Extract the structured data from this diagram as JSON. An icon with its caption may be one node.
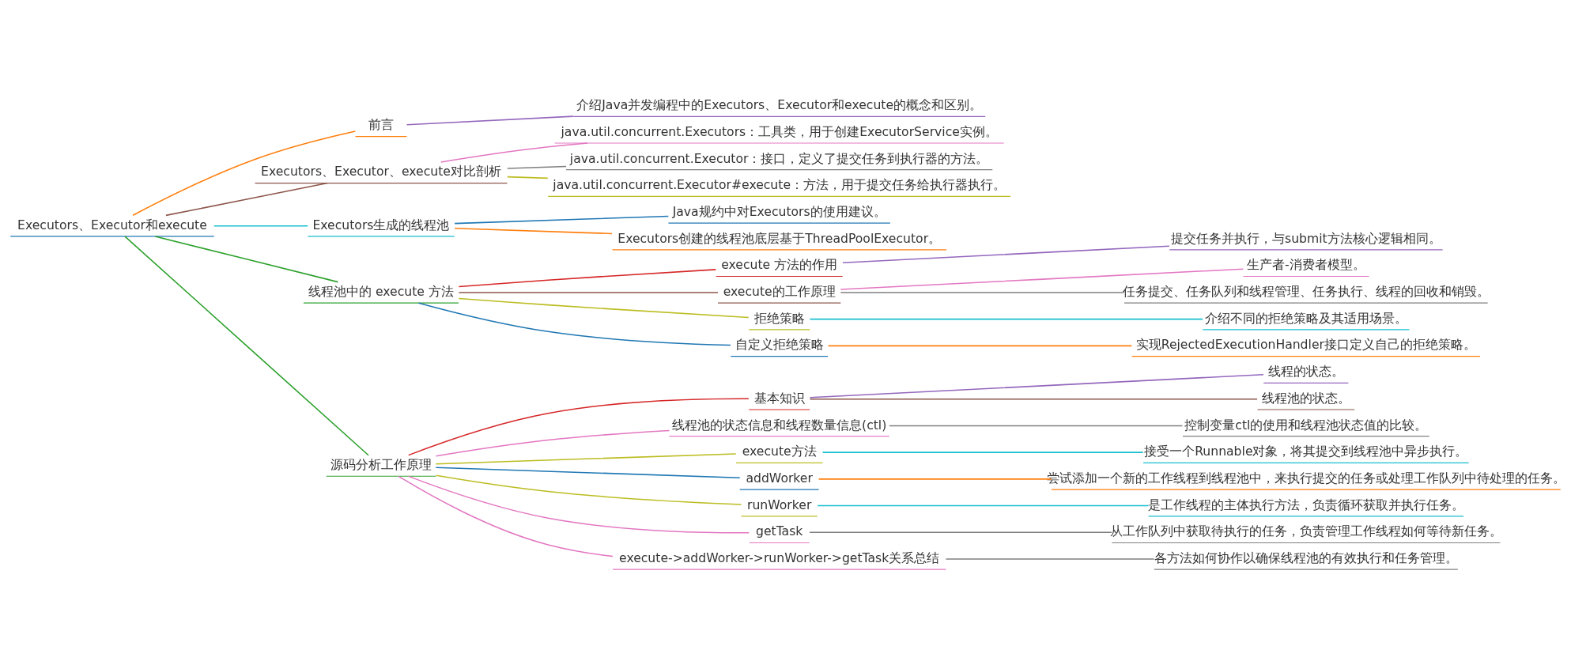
{
  "diagram": {
    "nodes": [
      {
        "text": [
          "Executors、Executor和execute"
        ]
      },
      {
        "text": [
          "前言"
        ]
      },
      {
        "text": [
          "介绍Java并发编程中的Executors、Executor和execute的概念和区别。"
        ]
      },
      {
        "text": [
          "Executors、Executor、execute对比剖析"
        ]
      },
      {
        "text": [
          "java.util.concurrent.Executors：工具类，用于创建ExecutorService实例。"
        ]
      },
      {
        "text": [
          "java.util.concurrent.Executor：接口，定义了提交任务到执行器的方法。"
        ]
      },
      {
        "text": [
          "java.util.concurrent.Executor#execute：方法，用于提交任务给执行器执行。"
        ]
      },
      {
        "text": [
          "Executors生成的线程池"
        ]
      },
      {
        "text": [
          "Java规约中对Executors的使用建议。"
        ]
      },
      {
        "text": [
          "Executors创建的线程池底层基于ThreadPoolExecutor。"
        ]
      },
      {
        "text": [
          "线程池中的 execute 方法"
        ]
      },
      {
        "text": [
          "execute 方法的作用"
        ]
      },
      {
        "text": [
          "提交任务并执行，与submit方法核心逻辑相同。"
        ]
      },
      {
        "text": [
          "execute的工作原理"
        ]
      },
      {
        "text": [
          "生产者-消费者模型。"
        ]
      },
      {
        "text": [
          "任务提交、任务队列和线程管理、任务执行、线程的回收和销毁。"
        ]
      },
      {
        "text": [
          "拒绝策略"
        ]
      },
      {
        "text": [
          "介绍不同的拒绝策略及其适用场景。"
        ]
      },
      {
        "text": [
          "自定义拒绝策略"
        ]
      },
      {
        "text": [
          "实现RejectedExecutionHandler接口定义自己的拒绝策略。"
        ]
      },
      {
        "text": [
          "源码分析工作原理"
        ]
      },
      {
        "text": [
          "基本知识"
        ]
      },
      {
        "text": [
          "线程的状态。"
        ]
      },
      {
        "text": [
          "线程池的状态。"
        ]
      },
      {
        "text": [
          "线程池的状态信息和线程数量信息(ctl)"
        ]
      },
      {
        "text": [
          "控制变量ctl的使用和线程池状态值的比较。"
        ]
      },
      {
        "text": [
          "execute方法"
        ]
      },
      {
        "text": [
          "接受一个Runnable对象，将其提交到线程池中异步执行。"
        ]
      },
      {
        "text": [
          "addWorker"
        ]
      },
      {
        "text": [
          "尝试添加一个新的工作线程到线程池中，来执行提交的任务或处理工作队列中待处理的任务。"
        ]
      },
      {
        "text": [
          "runWorker"
        ]
      },
      {
        "text": [
          "是工作线程的主体执行方法，负责循环获取并执行任务。"
        ]
      },
      {
        "text": [
          "getTask"
        ]
      },
      {
        "text": [
          "从工作队列中获取待执行的任务，负责管理工作线程如何等待新任务。"
        ]
      },
      {
        "text": [
          "execute->addWorker->runWorker->getTask关系总结"
        ]
      },
      {
        "text": [
          "各方法如何协作以确保线程池的有效执行和任务管理。"
        ]
      }
    ],
    "edges": [
      {
        "from": 0,
        "to": 1,
        "arrow": "none",
        "color": "#ff7f0e"
      },
      {
        "from": 1,
        "to": 2,
        "arrow": "none",
        "color": "#9467bd"
      },
      {
        "from": 0,
        "to": 3,
        "arrow": "none",
        "color": "#8c564b"
      },
      {
        "from": 3,
        "to": 4,
        "arrow": "none",
        "color": "#e377c2"
      },
      {
        "from": 3,
        "to": 5,
        "arrow": "none",
        "color": "#7f7f7f"
      },
      {
        "from": 3,
        "to": 6,
        "arrow": "none",
        "color": "#bcbd22"
      },
      {
        "from": 0,
        "to": 7,
        "arrow": "none",
        "color": "#17becf"
      },
      {
        "from": 7,
        "to": 8,
        "arrow": "none",
        "color": "#1f77b4"
      },
      {
        "from": 7,
        "to": 9,
        "arrow": "none",
        "color": "#ff7f0e"
      },
      {
        "from": 0,
        "to": 10,
        "arrow": "none",
        "color": "#2ca02c"
      },
      {
        "from": 10,
        "to": 11,
        "arrow": "none",
        "color": "#d62728"
      },
      {
        "from": 11,
        "to": 12,
        "arrow": "none",
        "color": "#9467bd"
      },
      {
        "from": 10,
        "to": 13,
        "arrow": "none",
        "color": "#8c564b"
      },
      {
        "from": 13,
        "to": 14,
        "arrow": "none",
        "color": "#e377c2"
      },
      {
        "from": 13,
        "to": 15,
        "arrow": "none",
        "color": "#7f7f7f"
      },
      {
        "from": 10,
        "to": 16,
        "arrow": "none",
        "color": "#bcbd22"
      },
      {
        "from": 16,
        "to": 17,
        "arrow": "none",
        "color": "#17becf"
      },
      {
        "from": 10,
        "to": 18,
        "arrow": "none",
        "color": "#1f77b4"
      },
      {
        "from": 18,
        "to": 19,
        "arrow": "none",
        "color": "#ff7f0e"
      },
      {
        "from": 0,
        "to": 20,
        "arrow": "none",
        "color": "#2ca02c"
      },
      {
        "from": 20,
        "to": 21,
        "arrow": "none",
        "color": "#d62728"
      },
      {
        "from": 21,
        "to": 22,
        "arrow": "none",
        "color": "#9467bd"
      },
      {
        "from": 21,
        "to": 23,
        "arrow": "none",
        "color": "#8c564b"
      },
      {
        "from": 20,
        "to": 24,
        "arrow": "none",
        "color": "#e377c2"
      },
      {
        "from": 24,
        "to": 25,
        "arrow": "none",
        "color": "#7f7f7f"
      },
      {
        "from": 20,
        "to": 26,
        "arrow": "none",
        "color": "#bcbd22"
      },
      {
        "from": 26,
        "to": 27,
        "arrow": "none",
        "color": "#17becf"
      },
      {
        "from": 20,
        "to": 28,
        "arrow": "none",
        "color": "#1f77b4"
      },
      {
        "from": 28,
        "to": 29,
        "arrow": "none",
        "color": "#ff7f0e"
      },
      {
        "from": 20,
        "to": 30,
        "arrow": "none",
        "color": "#bcbd22"
      },
      {
        "from": 30,
        "to": 31,
        "arrow": "none",
        "color": "#17becf"
      },
      {
        "from": 20,
        "to": 32,
        "arrow": "none",
        "color": "#e377c2"
      },
      {
        "from": 32,
        "to": 33,
        "arrow": "none",
        "color": "#7f7f7f"
      },
      {
        "from": 20,
        "to": 34,
        "arrow": "none",
        "color": "#e377c2"
      },
      {
        "from": 34,
        "to": 35,
        "arrow": "none",
        "color": "#7f7f7f"
      }
    ]
  }
}
